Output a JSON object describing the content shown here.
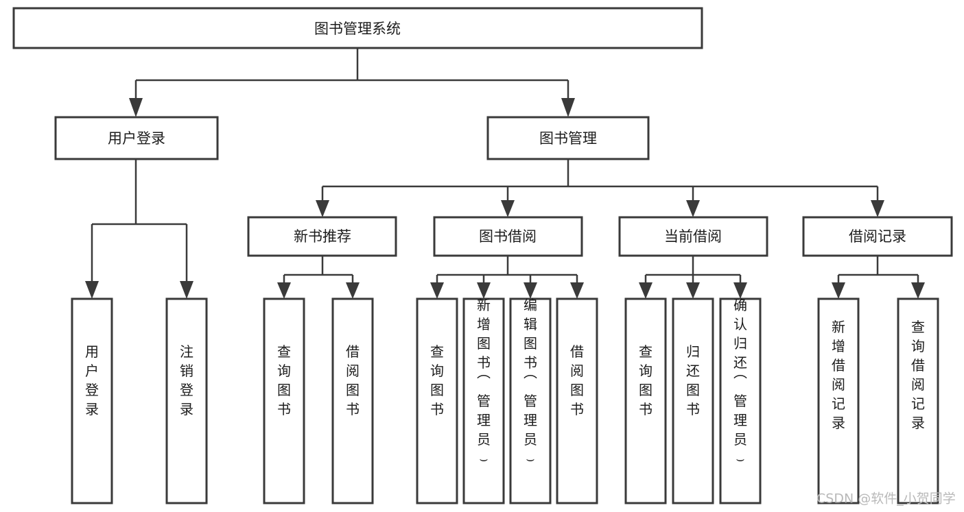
{
  "diagram": {
    "title": "图书管理系统",
    "type": "tree-hierarchy",
    "watermark": "CSDN @软件_小贺同学",
    "colors": {
      "background": "#ffffff",
      "box_fill": "#ffffff",
      "box_stroke": "#3a3a3a",
      "connector": "#3a3a3a",
      "text": "#1c1c1c",
      "watermark": "#b9b9b9"
    },
    "levels": {
      "root_label": "图书管理系统",
      "level2_labels": [
        "用户登录",
        "图书管理"
      ],
      "level3_labels": [
        "新书推荐",
        "图书借阅",
        "当前借阅",
        "借阅记录"
      ]
    },
    "nodes": {
      "root": {
        "id": "root",
        "label": "图书管理系统",
        "orientation": "horizontal"
      },
      "user_login": {
        "id": "user-login",
        "label": "用户登录",
        "orientation": "horizontal"
      },
      "book_manage": {
        "id": "book-manage",
        "label": "图书管理",
        "orientation": "horizontal"
      },
      "new_book_rec": {
        "id": "new-book-recommend",
        "label": "新书推荐",
        "orientation": "horizontal"
      },
      "book_borrow": {
        "id": "book-borrow",
        "label": "图书借阅",
        "orientation": "horizontal"
      },
      "current_borrow": {
        "id": "current-borrow",
        "label": "当前借阅",
        "orientation": "horizontal"
      },
      "borrow_record": {
        "id": "borrow-record",
        "label": "借阅记录",
        "orientation": "horizontal"
      },
      "leaf_user_login": {
        "id": "leaf-user-login",
        "label": "用户登录",
        "orientation": "vertical"
      },
      "leaf_logout": {
        "id": "leaf-logout",
        "label": "注销登录",
        "orientation": "vertical"
      },
      "leaf_query_book_rec": {
        "id": "leaf-query-book-rec",
        "label": "查询图书",
        "orientation": "vertical"
      },
      "leaf_borrow_book_rec": {
        "id": "leaf-borrow-book-rec",
        "label": "借阅图书",
        "orientation": "vertical"
      },
      "leaf_query_book_borrow": {
        "id": "leaf-query-book-borrow",
        "label": "查询图书",
        "orientation": "vertical"
      },
      "leaf_add_book": {
        "id": "leaf-add-book",
        "label": "新增图书（管理员）",
        "orientation": "vertical"
      },
      "leaf_edit_book": {
        "id": "leaf-edit-book",
        "label": "编辑图书（管理员）",
        "orientation": "vertical"
      },
      "leaf_borrow_book": {
        "id": "leaf-borrow-book",
        "label": "借阅图书",
        "orientation": "vertical"
      },
      "leaf_query_book_cur": {
        "id": "leaf-query-book-cur",
        "label": "查询图书",
        "orientation": "vertical"
      },
      "leaf_return_book": {
        "id": "leaf-return-book",
        "label": "归还图书",
        "orientation": "vertical"
      },
      "leaf_confirm_return": {
        "id": "leaf-confirm-return",
        "label": "确认归还（管理员）",
        "orientation": "vertical"
      },
      "leaf_add_record": {
        "id": "leaf-add-record",
        "label": "新增借阅记录",
        "orientation": "vertical"
      },
      "leaf_query_record": {
        "id": "leaf-query-record",
        "label": "查询借阅记录",
        "orientation": "vertical"
      }
    },
    "edges": [
      {
        "from": "图书管理系统",
        "to": "用户登录"
      },
      {
        "from": "图书管理系统",
        "to": "图书管理"
      },
      {
        "from": "用户登录",
        "to": "用户登录"
      },
      {
        "from": "用户登录",
        "to": "注销登录"
      },
      {
        "from": "图书管理",
        "to": "新书推荐"
      },
      {
        "from": "图书管理",
        "to": "图书借阅"
      },
      {
        "from": "图书管理",
        "to": "当前借阅"
      },
      {
        "from": "图书管理",
        "to": "借阅记录"
      },
      {
        "from": "新书推荐",
        "to": "查询图书"
      },
      {
        "from": "新书推荐",
        "to": "借阅图书"
      },
      {
        "from": "图书借阅",
        "to": "查询图书"
      },
      {
        "from": "图书借阅",
        "to": "新增图书（管理员）"
      },
      {
        "from": "图书借阅",
        "to": "编辑图书（管理员）"
      },
      {
        "from": "图书借阅",
        "to": "借阅图书"
      },
      {
        "from": "当前借阅",
        "to": "查询图书"
      },
      {
        "from": "当前借阅",
        "to": "归还图书"
      },
      {
        "from": "当前借阅",
        "to": "确认归还（管理员）"
      },
      {
        "from": "借阅记录",
        "to": "新增借阅记录"
      },
      {
        "from": "借阅记录",
        "to": "查询借阅记录"
      }
    ]
  }
}
